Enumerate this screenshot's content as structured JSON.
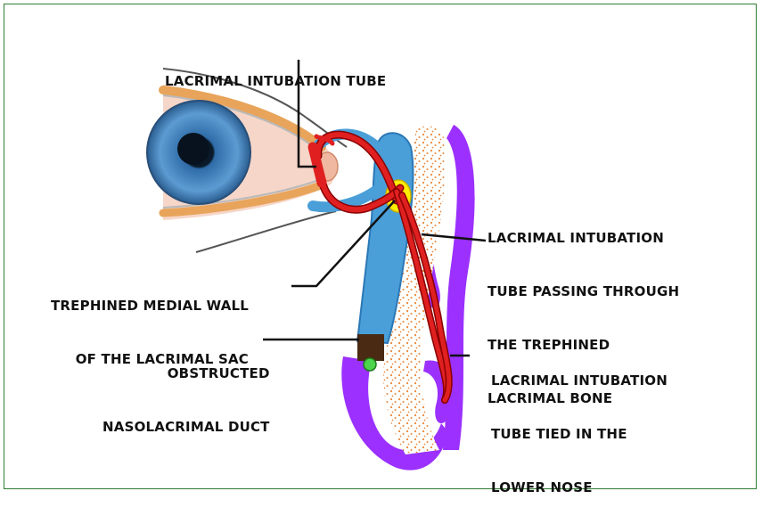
{
  "colors": {
    "frame_border": "#2e7d32",
    "nasolacrimal_system": "#4a9fd8",
    "intubation_tube": "#e02020",
    "nasal_mucosa": "#9b30ff",
    "lacrimal_bone_stipple": "#e8873a",
    "osteotomy_yellow": "#ffee00",
    "obstruction": "#4a2a12",
    "eyelid_skin": "#f6d6c8",
    "eyelid_margin": "#e8a45a",
    "iris": "#3f7fbf"
  },
  "labels": {
    "tube_top": [
      "LACRIMAL INTUBATION TUBE"
    ],
    "tube_passing": [
      "LACRIMAL INTUBATION",
      "TUBE PASSING THROUGH",
      "THE TREPHINED",
      "LACRIMAL BONE"
    ],
    "medial_wall": [
      "TREPHINED MEDIAL WALL",
      "OF THE LACRIMAL SAC"
    ],
    "obstructed": [
      "OBSTRUCTED",
      "NASOLACRIMAL DUCT"
    ],
    "tube_tied": [
      "LACRIMAL INTUBATION",
      "TUBE TIED IN THE",
      "LOWER NOSE"
    ]
  }
}
